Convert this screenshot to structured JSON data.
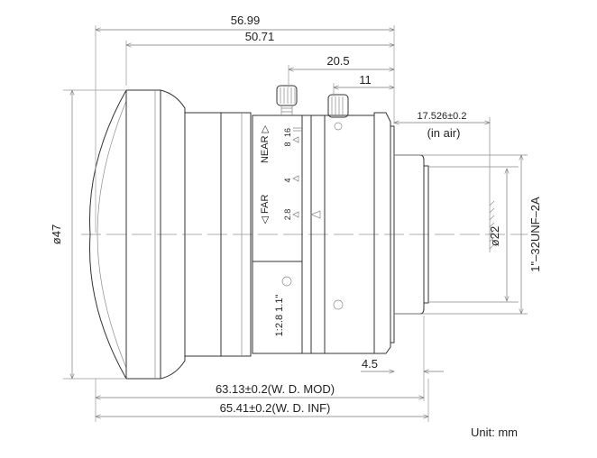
{
  "dimensions": {
    "overall_length": "56.99",
    "body_length": "50.71",
    "knob_to_mount": "20.5",
    "aperture_knob_to_mount": "11",
    "flange_back": "17.526±0.2",
    "flange_back_note": "(in air)",
    "rear_diameter": "ø22",
    "mount_thread": "1\"–32UNF–2A",
    "front_diameter": "ø47",
    "mount_length": "4.5",
    "wd_mod": "63.13±0.2(W. D.  MOD)",
    "wd_inf": "65.41±0.2(W. D.  INF)"
  },
  "focus_ring": {
    "near_label": "NEAR ▷",
    "far_label": "◁ FAR",
    "f_stops": [
      "16",
      "8",
      "4",
      "2.8"
    ],
    "spec_label": "1:2.8  1.1\""
  },
  "unit_label": "Unit: mm"
}
